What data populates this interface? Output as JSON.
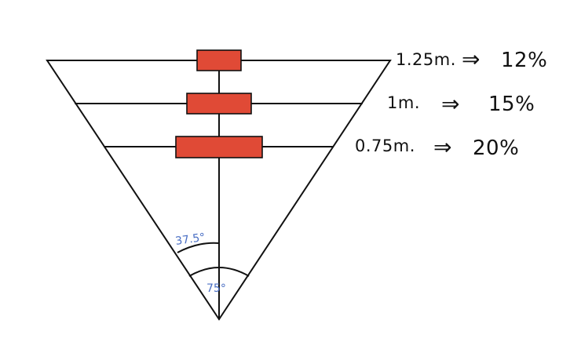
{
  "diagram": {
    "colors": {
      "stroke": "#111111",
      "box_fill": "#e04a36",
      "angle_text": "#4a6fc4"
    },
    "levels": [
      {
        "distance": "1.25m.",
        "arrow": "⇒",
        "percent": "12%"
      },
      {
        "distance": "1m.",
        "arrow": "⇒",
        "percent": "15%"
      },
      {
        "distance": "0.75m.",
        "arrow": "⇒",
        "percent": "20%"
      }
    ],
    "angles": {
      "half_angle": "37.5°",
      "full_angle": "75°"
    }
  }
}
